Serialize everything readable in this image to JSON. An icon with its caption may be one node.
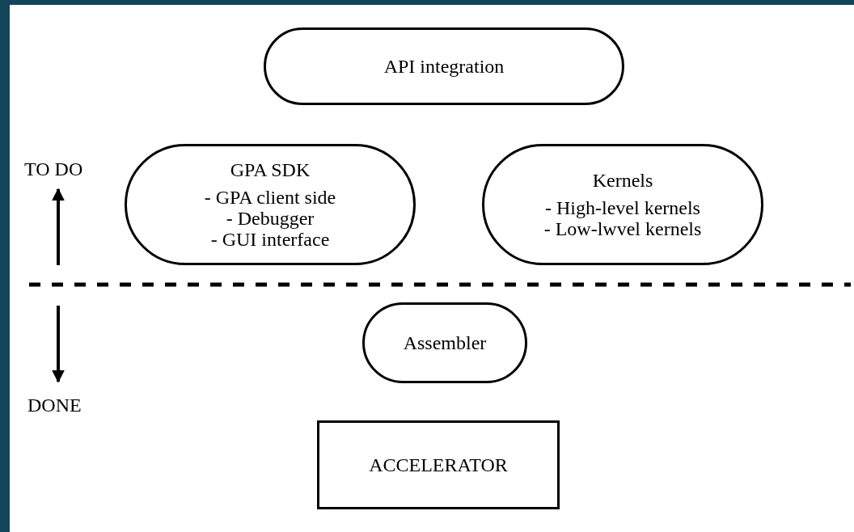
{
  "diagram": {
    "nodes": [
      {
        "text": [
          "API integration"
        ]
      },
      {
        "text": [
          "GPA SDK",
          "- GPA client side",
          "- Debugger",
          "- GUI interface"
        ]
      },
      {
        "text": [
          "Kernels",
          "- High-level kernels",
          "- Low-lwvel kernels"
        ]
      },
      {
        "text": [
          "Assembler"
        ]
      },
      {
        "text": [
          "ACCELERATOR"
        ]
      }
    ],
    "edges": [],
    "labels": [
      "TO DO",
      "DONE"
    ]
  }
}
